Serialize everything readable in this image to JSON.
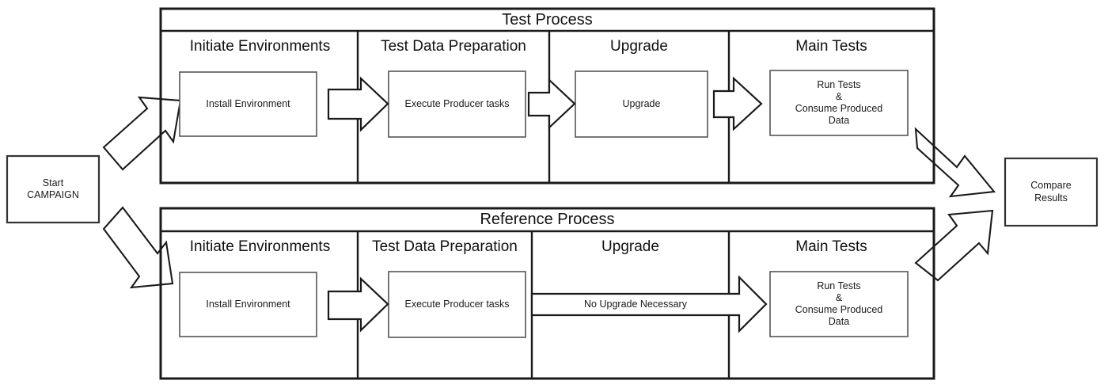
{
  "diagram": {
    "title_visible": false,
    "colors": {
      "stroke": "#333333",
      "stroke_dark": "#1a1a1a",
      "fill": "#ffffff",
      "text": "#1a1a1a"
    },
    "terminals": [
      {
        "id": "start",
        "label": "Start\nCAMPAIGN"
      },
      {
        "id": "compare",
        "label": "Compare\nResults"
      }
    ],
    "processes": [
      {
        "id": "test-process",
        "title": "Test Process",
        "phases": [
          {
            "id": "initiate-environments",
            "title": "Initiate Environments",
            "box": {
              "id": "install-environment",
              "label": "Install Environment"
            }
          },
          {
            "id": "test-data-preparation",
            "title": "Test Data Preparation",
            "box": {
              "id": "execute-producer-tasks",
              "label": "Execute Producer tasks"
            }
          },
          {
            "id": "upgrade",
            "title": "Upgrade",
            "box": {
              "id": "upgrade-step",
              "label": "Upgrade"
            }
          },
          {
            "id": "main-tests",
            "title": "Main Tests",
            "box": {
              "id": "run-tests",
              "label": "Run Tests\n&\nConsume Produced\nData"
            }
          }
        ]
      },
      {
        "id": "reference-process",
        "title": "Reference Process",
        "phases": [
          {
            "id": "initiate-environments",
            "title": "Initiate Environments",
            "box": {
              "id": "install-environment",
              "label": "Install Environment"
            }
          },
          {
            "id": "test-data-preparation",
            "title": "Test Data Preparation",
            "box": {
              "id": "execute-producer-tasks",
              "label": "Execute Producer tasks"
            }
          },
          {
            "id": "upgrade",
            "title": "Upgrade",
            "box": {
              "id": "no-upgrade",
              "label": "No Upgrade Necessary"
            }
          },
          {
            "id": "main-tests",
            "title": "Main  Tests",
            "box": {
              "id": "run-tests",
              "label": "Run Tests\n&\nConsume Produced\nData"
            }
          }
        ]
      }
    ],
    "connectors": [
      {
        "id": "start-to-test",
        "kind": "diagonal-arrow",
        "direction": "up-right"
      },
      {
        "id": "start-to-reference",
        "kind": "diagonal-arrow",
        "direction": "down-right"
      },
      {
        "id": "test-to-compare",
        "kind": "diagonal-arrow",
        "direction": "down-right"
      },
      {
        "id": "reference-to-compare",
        "kind": "diagonal-arrow",
        "direction": "up-right"
      },
      {
        "id": "test-step-1-2",
        "kind": "block-arrow",
        "direction": "right"
      },
      {
        "id": "test-step-2-3",
        "kind": "block-arrow",
        "direction": "right"
      },
      {
        "id": "test-step-3-4",
        "kind": "block-arrow",
        "direction": "right"
      },
      {
        "id": "ref-step-1-2",
        "kind": "block-arrow",
        "direction": "right"
      },
      {
        "id": "ref-step-2-4",
        "kind": "wide-block-arrow",
        "direction": "right"
      }
    ]
  }
}
